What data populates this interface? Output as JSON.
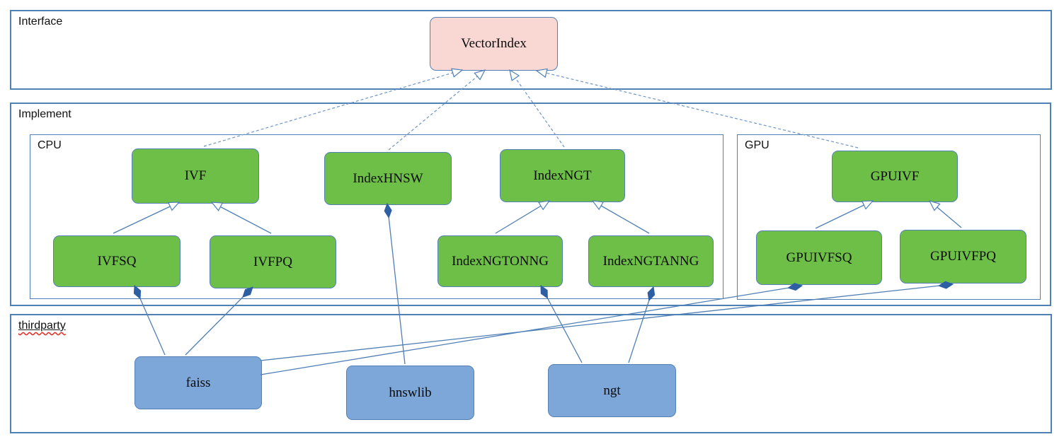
{
  "diagram": {
    "containers": {
      "interface": {
        "label": "Interface"
      },
      "implement": {
        "label": "Implement"
      },
      "cpu": {
        "label": "CPU"
      },
      "gpu": {
        "label": "GPU"
      },
      "thirdparty": {
        "label": "thirdparty"
      }
    },
    "nodes": {
      "vectorIndex": {
        "label": "VectorIndex",
        "fill": "#f9d8d4"
      },
      "ivf": {
        "label": "IVF",
        "fill": "#6dbf47"
      },
      "indexHnsw": {
        "label": "IndexHNSW",
        "fill": "#6dbf47"
      },
      "indexNgt": {
        "label": "IndexNGT",
        "fill": "#6dbf47"
      },
      "ivfsq": {
        "label": "IVFSQ",
        "fill": "#6dbf47"
      },
      "ivfpq": {
        "label": "IVFPQ",
        "fill": "#6dbf47"
      },
      "indexNgtOnng": {
        "label": "IndexNGTONNG",
        "fill": "#6dbf47"
      },
      "indexNgtAnng": {
        "label": "IndexNGTANNG",
        "fill": "#6dbf47"
      },
      "gpuIvf": {
        "label": "GPUIVF",
        "fill": "#6dbf47"
      },
      "gpuIvfsq": {
        "label": "GPUIVFSQ",
        "fill": "#6dbf47"
      },
      "gpuIvfpq": {
        "label": "GPUIVFPQ",
        "fill": "#6dbf47"
      },
      "faiss": {
        "label": "faiss",
        "fill": "#7da7d9"
      },
      "hnswlib": {
        "label": "hnswlib",
        "fill": "#7da7d9"
      },
      "ngt": {
        "label": "ngt",
        "fill": "#7da7d9"
      }
    },
    "edges": [
      {
        "from": "IVF",
        "to": "VectorIndex",
        "relation": "realization",
        "line": "dashed",
        "end": "open-triangle"
      },
      {
        "from": "IndexHNSW",
        "to": "VectorIndex",
        "relation": "realization",
        "line": "dashed",
        "end": "open-triangle"
      },
      {
        "from": "IndexNGT",
        "to": "VectorIndex",
        "relation": "realization",
        "line": "dashed",
        "end": "open-triangle"
      },
      {
        "from": "GPUIVF",
        "to": "VectorIndex",
        "relation": "realization",
        "line": "dashed",
        "end": "open-triangle"
      },
      {
        "from": "IVFSQ",
        "to": "IVF",
        "relation": "generalization",
        "line": "solid",
        "end": "open-triangle"
      },
      {
        "from": "IVFPQ",
        "to": "IVF",
        "relation": "generalization",
        "line": "solid",
        "end": "open-triangle"
      },
      {
        "from": "IndexNGTONNG",
        "to": "IndexNGT",
        "relation": "generalization",
        "line": "solid",
        "end": "open-triangle"
      },
      {
        "from": "IndexNGTANNG",
        "to": "IndexNGT",
        "relation": "generalization",
        "line": "solid",
        "end": "open-triangle"
      },
      {
        "from": "GPUIVFSQ",
        "to": "GPUIVF",
        "relation": "generalization",
        "line": "solid",
        "end": "open-triangle"
      },
      {
        "from": "GPUIVFPQ",
        "to": "GPUIVF",
        "relation": "generalization",
        "line": "solid",
        "end": "open-triangle"
      },
      {
        "from": "faiss",
        "to": "IVFSQ",
        "relation": "composition",
        "line": "solid",
        "end": "filled-diamond"
      },
      {
        "from": "faiss",
        "to": "IVFPQ",
        "relation": "composition",
        "line": "solid",
        "end": "filled-diamond"
      },
      {
        "from": "faiss",
        "to": "GPUIVFSQ",
        "relation": "composition",
        "line": "solid",
        "end": "filled-diamond"
      },
      {
        "from": "faiss",
        "to": "GPUIVFPQ",
        "relation": "composition",
        "line": "solid",
        "end": "filled-diamond"
      },
      {
        "from": "hnswlib",
        "to": "IndexHNSW",
        "relation": "composition",
        "line": "solid",
        "end": "filled-diamond"
      },
      {
        "from": "ngt",
        "to": "IndexNGTONNG",
        "relation": "composition",
        "line": "solid",
        "end": "filled-diamond"
      },
      {
        "from": "ngt",
        "to": "IndexNGTANNG",
        "relation": "composition",
        "line": "solid",
        "end": "filled-diamond"
      }
    ],
    "colors": {
      "node_green": "#6dbf47",
      "node_pink": "#f9d8d4",
      "node_blue": "#7da7d9",
      "node_border": "#5580b5",
      "container_border": "#4f81b5",
      "line_solid": "#4f7fb5",
      "line_dashed": "#6e95c8",
      "diamond_fill": "#2e5fa3",
      "squiggle_red": "#e0352b"
    }
  }
}
